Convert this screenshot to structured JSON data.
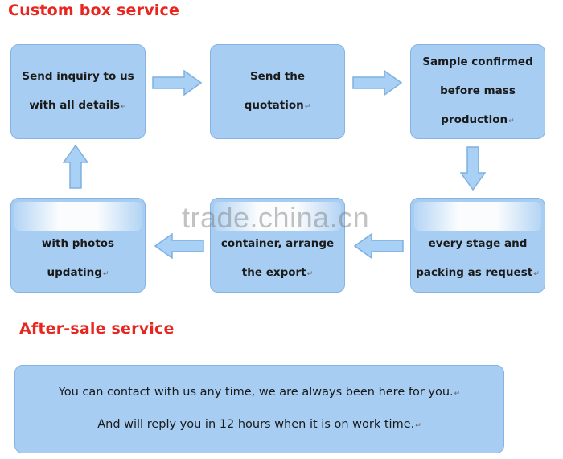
{
  "titles": {
    "custom": "Custom box service",
    "after": "After-sale service"
  },
  "return_mark": "↵",
  "steps": [
    {
      "lines": [
        "Send inquiry to us",
        "with all details"
      ]
    },
    {
      "lines": [
        "Send the",
        "quotation"
      ]
    },
    {
      "lines": [
        "Sample confirmed",
        "before mass",
        "production"
      ]
    },
    {
      "lines": [
        "with photos",
        "updating"
      ]
    },
    {
      "lines": [
        "container, arrange",
        "the export"
      ]
    },
    {
      "lines": [
        "every stage and",
        "packing as request"
      ]
    }
  ],
  "watermark": "trade.china.cn",
  "after_sale": {
    "lines": [
      "You can contact with us any time, we are always been here for you.",
      "And will reply you in 12 hours when it is on work time."
    ]
  },
  "colors": {
    "box_fill": "#a7cdf2",
    "box_border": "#86b3e1",
    "arrow_fill": "#a9d0f5",
    "arrow_stroke": "#7fb0e0",
    "heading": "#e8261f"
  }
}
